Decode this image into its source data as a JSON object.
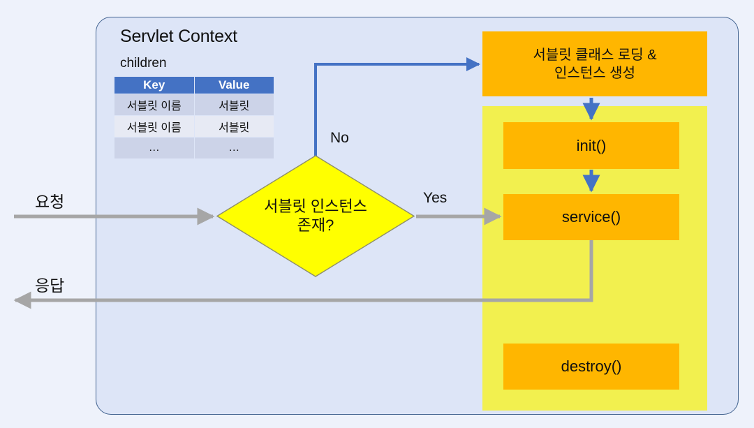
{
  "diagram": {
    "title": "Servlet Context",
    "children_label": "children",
    "table": {
      "headers": [
        "Key",
        "Value"
      ],
      "rows": [
        [
          "서블릿 이름",
          "서블릿"
        ],
        [
          "서블릿 이름",
          "서블릿"
        ],
        [
          "…",
          "…"
        ]
      ]
    },
    "decision": {
      "line1": "서블릿 인스턴스",
      "line2": "존재?"
    },
    "labels": {
      "no": "No",
      "yes": "Yes",
      "request": "요청",
      "response": "응답"
    },
    "boxes": {
      "load": {
        "line1": "서블릿 클래스 로딩 &",
        "line2": "인스턴스 생성"
      },
      "init": "init()",
      "service": "service()",
      "destroy": "destroy()"
    },
    "colors": {
      "page_background": "#eef2fb",
      "context_fill": "#dde5f7",
      "context_border": "#41628f",
      "table_header": "#4472c4",
      "table_row_odd": "#ccd3e8",
      "table_row_even": "#e7eaf4",
      "decision_fill": "#ffff00",
      "decision_border": "#8f8f6a",
      "method_fill": "#ffb600",
      "lifecycle_fill": "#f2f04f",
      "blue_arrow": "#4472c4",
      "gray_arrow": "#a6a6a6"
    }
  }
}
